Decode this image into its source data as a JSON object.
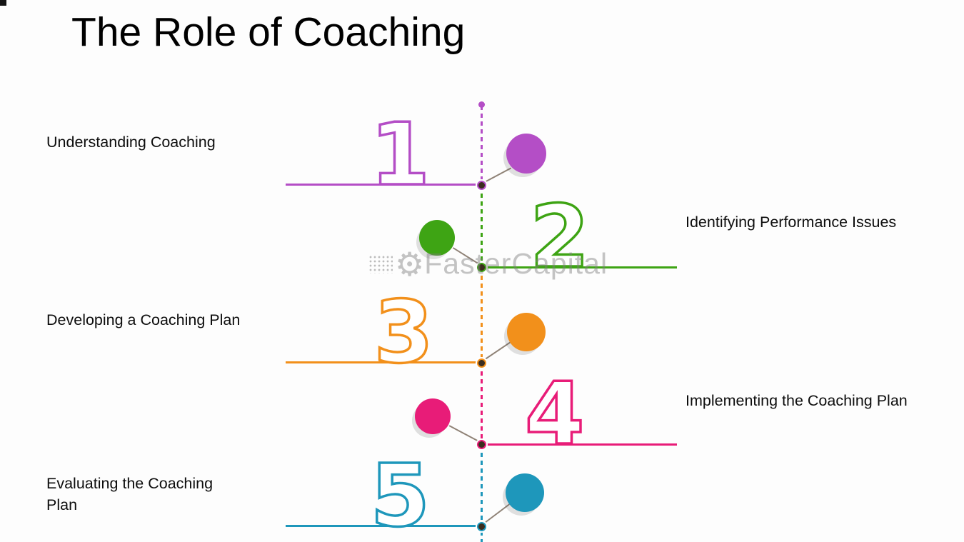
{
  "title": "The Role of Coaching",
  "watermark": {
    "text": "FasterCapital",
    "icon": "gear-icon"
  },
  "timeline": {
    "orientation": "vertical",
    "items": [
      {
        "number": "1",
        "label": "Understanding Coaching",
        "side": "left",
        "color": "#b44ec6"
      },
      {
        "number": "2",
        "label": "Identifying Performance Issues",
        "side": "right",
        "color": "#3ea414"
      },
      {
        "number": "3",
        "label": "Developing a Coaching Plan",
        "side": "left",
        "color": "#f2901b"
      },
      {
        "number": "4",
        "label": "Implementing the Coaching Plan",
        "side": "right",
        "color": "#e81c78"
      },
      {
        "number": "5",
        "label": "Evaluating the Coaching Plan",
        "side": "left",
        "color": "#1e97bb"
      }
    ]
  }
}
